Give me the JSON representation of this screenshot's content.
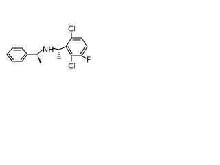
{
  "molecule": {
    "labels": {
      "cl_top": "Cl",
      "cl_bottom": "Cl",
      "nh": "NH",
      "f": "F"
    },
    "colors": {
      "bond": "#000000",
      "label": "#000000",
      "background": "#ffffff"
    }
  }
}
